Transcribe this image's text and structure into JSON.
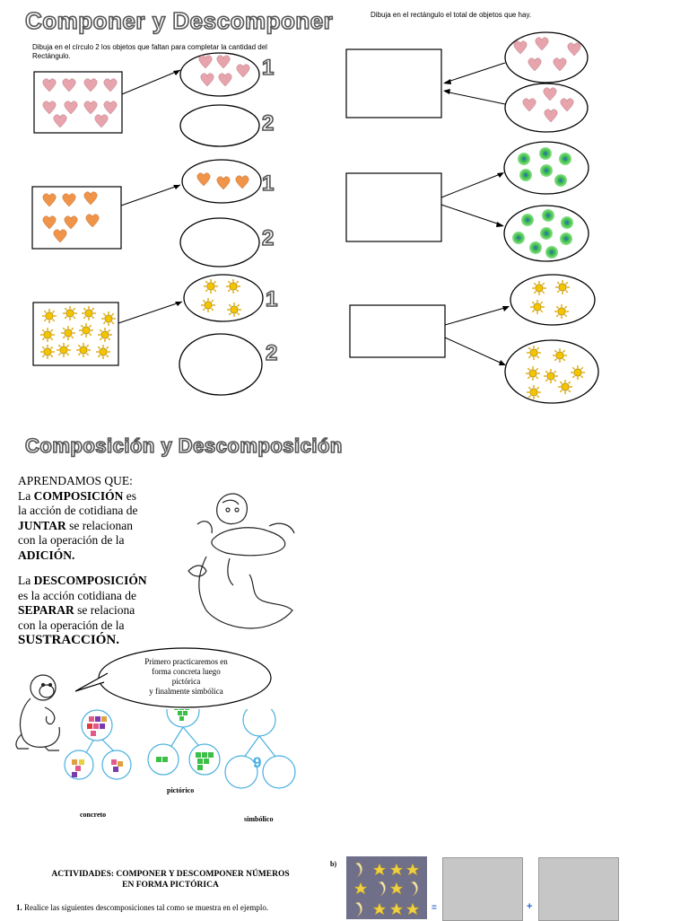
{
  "page1": {
    "title": "Componer y Descomponer",
    "instruction_left": "Dibuja en el círculo 2 los objetos que faltan para completar la cantidad del Rectángulo.",
    "instruction_right": "Dibuja en el rectángulo el total de objetos que hay.",
    "label_one": "1",
    "label_two": "2",
    "colors": {
      "heart_pink": "#e8a4ad",
      "heart_orange": "#f0944a",
      "sun_yellow": "#f5c400",
      "green_dot": "#3cbf46"
    }
  },
  "page2": {
    "title": "Composición y Descomposición",
    "intro": "APRENDAMOS QUE:",
    "p1_start": "La",
    "composicion": "COMPOSICIÓN",
    "p1_es": "es",
    "p1_l2": "la acción de cotidiana de",
    "juntar": "JUNTAR",
    "p1_l3b": "se relacionan",
    "p1_l4": "con la operación de la",
    "adicion": "ADICIÓN.",
    "p2_start": "La",
    "descomposicion": "DESCOMPOSICIÓN",
    "p2_l2": "es la acción cotidiana  de",
    "separar": "SEPARAR",
    "p2_l3b": "se relaciona",
    "p2_l4": "con la operación de la",
    "sustraccion": "SUSTRACCIÓN.",
    "bubble": [
      "Primero practicaremos en",
      "forma concreta luego",
      "pictórica",
      "y finalmente simbólica"
    ],
    "label_concreto": "concreto",
    "label_pictorico": "pictórico",
    "label_simbolico": "simbólico",
    "symbol_number": "9"
  },
  "page3": {
    "heading_line1": "ACTIVIDADES: COMPONER Y DESCOMPONER NÚMEROS",
    "heading_line2": "EN FORMA PICTÓRICA",
    "item_number": "1.",
    "item_text": "Realice las siguientes descomposiciones tal como se muestra en el ejemplo.",
    "item_b": "b)",
    "equals": "=",
    "plus": "+"
  }
}
